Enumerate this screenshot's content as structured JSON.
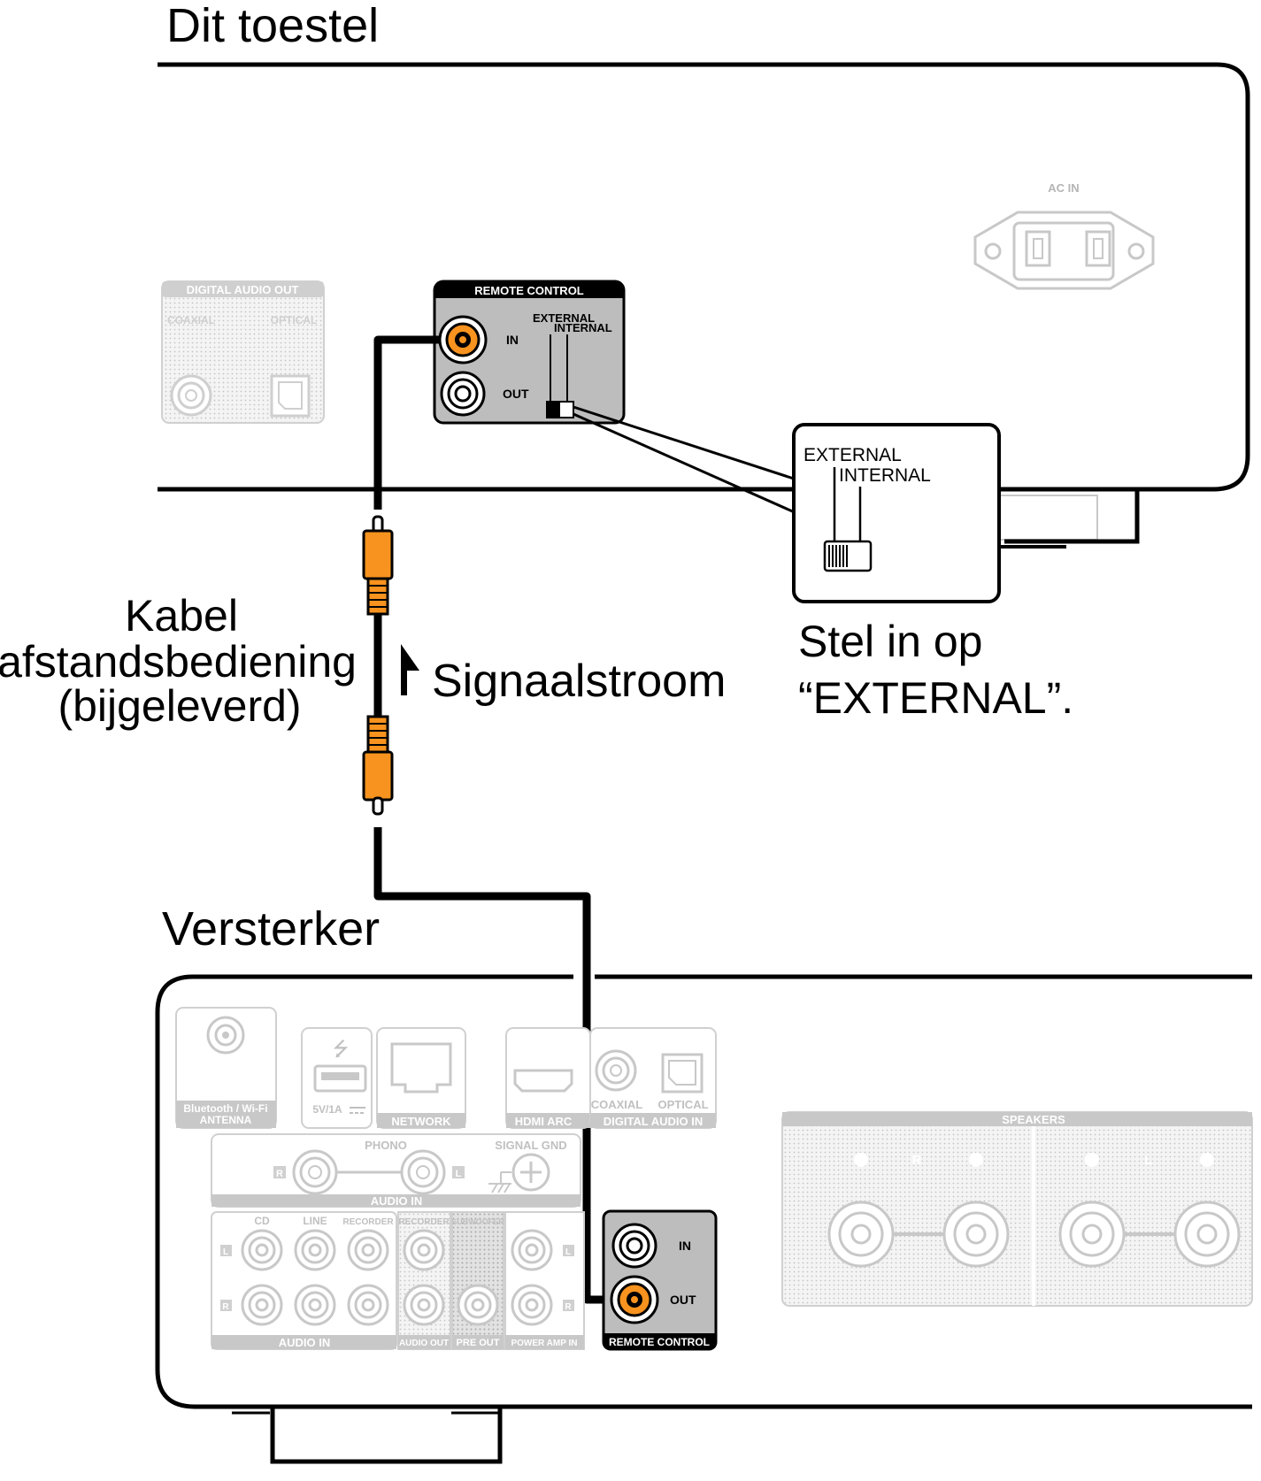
{
  "colors": {
    "cable": "#f7931e",
    "panel": "#bdbdbd",
    "ghost": "#c8c8c8"
  },
  "this_device": {
    "title": "Dit toestel",
    "ac_in_label": "AC IN",
    "digital_audio_out": {
      "title": "DIGITAL AUDIO OUT",
      "coaxial": "COAXIAL",
      "optical": "OPTICAL"
    },
    "remote_control": {
      "title": "REMOTE CONTROL",
      "in": "IN",
      "out": "OUT",
      "external": "EXTERNAL",
      "internal": "INTERNAL"
    }
  },
  "zoom": {
    "external": "EXTERNAL",
    "internal": "INTERNAL"
  },
  "instruction": {
    "line1": "Stel in op",
    "line2": "“EXTERNAL”."
  },
  "cable_label": {
    "line1": "Kabel",
    "line2": "afstandsbediening",
    "line3": "(bijgeleverd)"
  },
  "signal_flow": "Signaalstroom",
  "amplifier": {
    "title": "Versterker",
    "antenna_line1": "Bluetooth / Wi-Fi",
    "antenna_line2": "ANTENNA",
    "usb_rating": "5V/1A",
    "network": "NETWORK",
    "hdmi_arc": "HDMI ARC",
    "coaxial": "COAXIAL",
    "optical": "OPTICAL",
    "digital_audio_in": "DIGITAL AUDIO IN",
    "phono": "PHONO",
    "signal_gnd": "SIGNAL GND",
    "audio_in_phono": "AUDIO IN",
    "r": "R",
    "l": "L",
    "cd": "CD",
    "line": "LINE",
    "recorder": "RECORDER",
    "recorder2": "RECORDER",
    "subwoofer": "SUBWOOFER",
    "audio_in": "AUDIO IN",
    "audio_out": "AUDIO OUT",
    "pre_out": "PRE OUT",
    "power_amp_in": "POWER AMP IN",
    "speakers": "SPEAKERS",
    "remote_control": {
      "title": "REMOTE CONTROL",
      "in": "IN",
      "out": "OUT"
    }
  }
}
